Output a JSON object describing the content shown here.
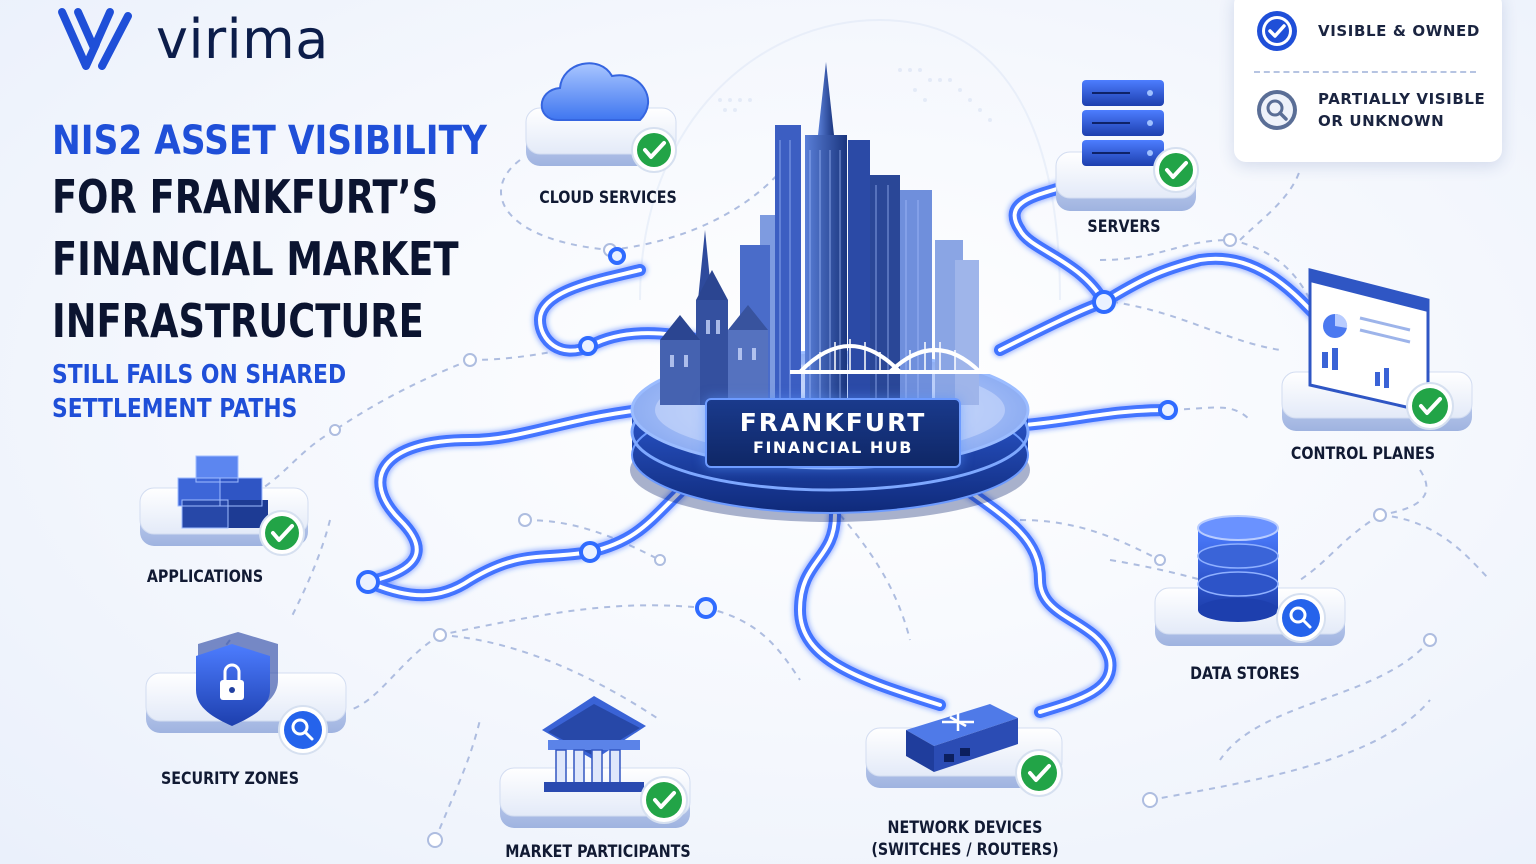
{
  "brand": {
    "name": "virima",
    "accent": "#1f4fd8",
    "icon": "virima-logo-icon"
  },
  "headline": {
    "line1": "NIS2 ASSET VISIBILITY",
    "line2": "FOR FRANKFURT’S",
    "line3": "FINANCIAL MARKET",
    "line4": "INFRASTRUCTURE",
    "line5": "STILL FAILS ON SHARED",
    "line6": "SETTLEMENT PATHS"
  },
  "legend": {
    "visible_owned": {
      "icon": "check-circle-icon",
      "label": "VISIBLE & OWNED"
    },
    "partial": {
      "icon": "search-icon",
      "label_line1": "PARTIALLY VISIBLE",
      "label_line2": "OR UNKNOWN"
    }
  },
  "hub": {
    "title": "FRANKFURT",
    "subtitle": "FINANCIAL HUB"
  },
  "nodes": {
    "cloud": {
      "label": "CLOUD SERVICES",
      "status": "visible-owned",
      "icon": "cloud-icon"
    },
    "servers": {
      "label": "SERVERS",
      "status": "visible-owned",
      "icon": "server-rack-icon"
    },
    "control": {
      "label": "CONTROL PLANES",
      "status": "visible-owned",
      "icon": "dashboard-monitor-icon"
    },
    "data": {
      "label": "DATA STORES",
      "status": "partially-visible",
      "icon": "database-icon"
    },
    "network": {
      "label_line1": "NETWORK DEVICES",
      "label_line2": "(SWITCHES / ROUTERS)",
      "status": "visible-owned",
      "icon": "network-switch-icon"
    },
    "market": {
      "label": "MARKET PARTICIPANTS",
      "status": "visible-owned",
      "icon": "bank-building-icon"
    },
    "security": {
      "label": "SECURITY ZONES",
      "status": "partially-visible",
      "icon": "shield-lock-icon"
    },
    "apps": {
      "label": "APPLICATIONS",
      "status": "visible-owned",
      "icon": "stacked-cubes-icon"
    }
  },
  "colors": {
    "link": "#2f6bff",
    "dark_text": "#0b1430",
    "check": "#22a447",
    "search": "#2563eb"
  }
}
